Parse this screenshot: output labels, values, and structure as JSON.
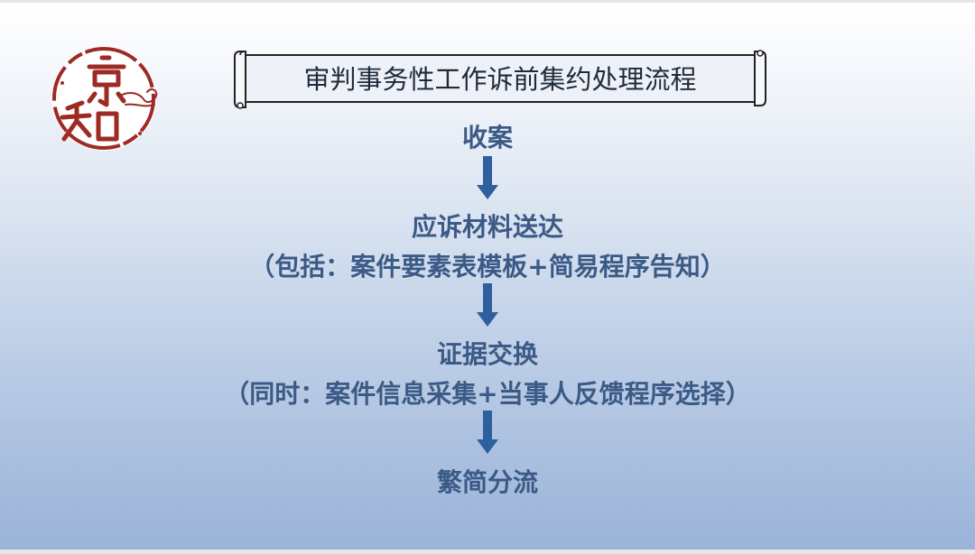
{
  "title": "审判事务性工作诉前集约处理流程",
  "logo": {
    "label": "京知",
    "colors": {
      "seal_red": "#9e2a24",
      "ink": "#7a1f1b"
    }
  },
  "steps": [
    {
      "main": "收案"
    },
    {
      "main": "应诉材料送达",
      "note": "（包括：案件要素表模板+简易程序告知）"
    },
    {
      "main": "证据交换",
      "note": "（同时：案件信息采集+当事人反馈程序选择）"
    },
    {
      "main": "繁简分流"
    }
  ],
  "colors": {
    "step_text": "#3b5a86",
    "arrow": "#2e5f9e",
    "title_text": "#1f2a3a"
  }
}
